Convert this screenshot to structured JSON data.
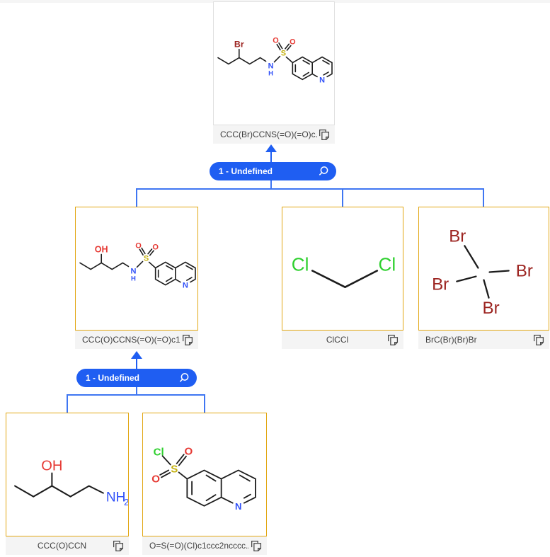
{
  "tree": {
    "root": {
      "smiles_label": "CCC(Br)CCNS(=O)(=O)c..."
    },
    "reaction1": {
      "label": "1 - Undefined"
    },
    "children1": [
      {
        "smiles_label": "CCC(O)CCNS(=O)(=O)c1..."
      },
      {
        "smiles_label": "ClCCl"
      },
      {
        "smiles_label": "BrC(Br)(Br)Br"
      }
    ],
    "reaction2": {
      "label": "1 - Undefined"
    },
    "children2": [
      {
        "smiles_label": "CCC(O)CCN"
      },
      {
        "smiles_label": "O=S(=O)(Cl)c1ccc2ncccc..."
      }
    ]
  },
  "atoms": {
    "target": {
      "br": "Br",
      "o1": "O",
      "o2": "O",
      "s": "S",
      "n": "N",
      "h": "H",
      "ring_n": "N"
    },
    "intermediate": {
      "oh": "OH",
      "o1": "O",
      "o2": "O",
      "s": "S",
      "n": "N",
      "h": "H",
      "ring_n": "N"
    },
    "dcm": {
      "cl1": "Cl",
      "cl2": "Cl"
    },
    "cbr4": {
      "br1": "Br",
      "br2": "Br",
      "br3": "Br",
      "br4": "Br"
    },
    "aminopentanol": {
      "oh": "OH",
      "nh": "NH",
      "sub2": "2"
    },
    "sulfonyl_chloride": {
      "cl": "Cl",
      "o1": "O",
      "o2": "O",
      "s": "S",
      "ring_n": "N"
    }
  },
  "icons": {
    "search": "magnifier",
    "copy": "overlapping-pages",
    "edge_arrow": "up-triangle"
  },
  "colors": {
    "accent_blue": "#1f5ef2",
    "connector_blue": "#3f76f2",
    "card_border_yellow": "#e2a713",
    "card_border_gray": "#e0e0e0",
    "label_bar_bg": "#f4f4f4",
    "bond": "#1c1c1c",
    "atom_n": "#3050f8",
    "atom_o": "#e63a34",
    "atom_s": "#c3b00d",
    "atom_cl": "#2ed02e",
    "atom_br": "#9c2420"
  }
}
